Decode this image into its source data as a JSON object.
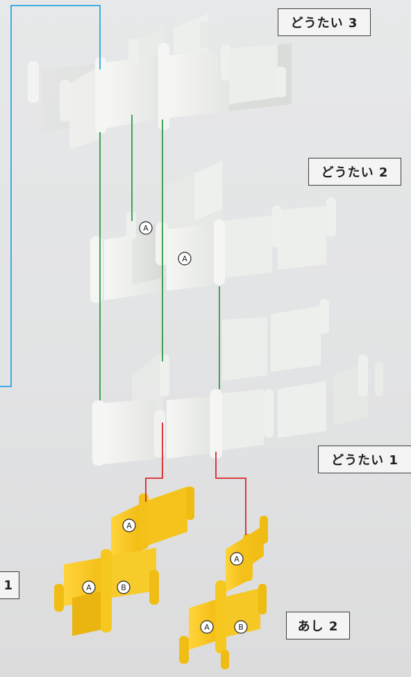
{
  "labels": {
    "body3": "どうたい 3",
    "body2": "どうたい 2",
    "body1": "どうたい 1",
    "leg1": "1",
    "leg2": "あし 2"
  },
  "markers": {
    "a": "A",
    "b": "B"
  },
  "colors": {
    "background": "#e3e4e5",
    "white_parts": "#f1f2f0",
    "yellow_parts": "#f5c61a",
    "connector_green": "#2f9a46",
    "connector_red": "#d8262a",
    "connector_blue": "#29a5e2",
    "label_border": "#3a3a3a"
  }
}
